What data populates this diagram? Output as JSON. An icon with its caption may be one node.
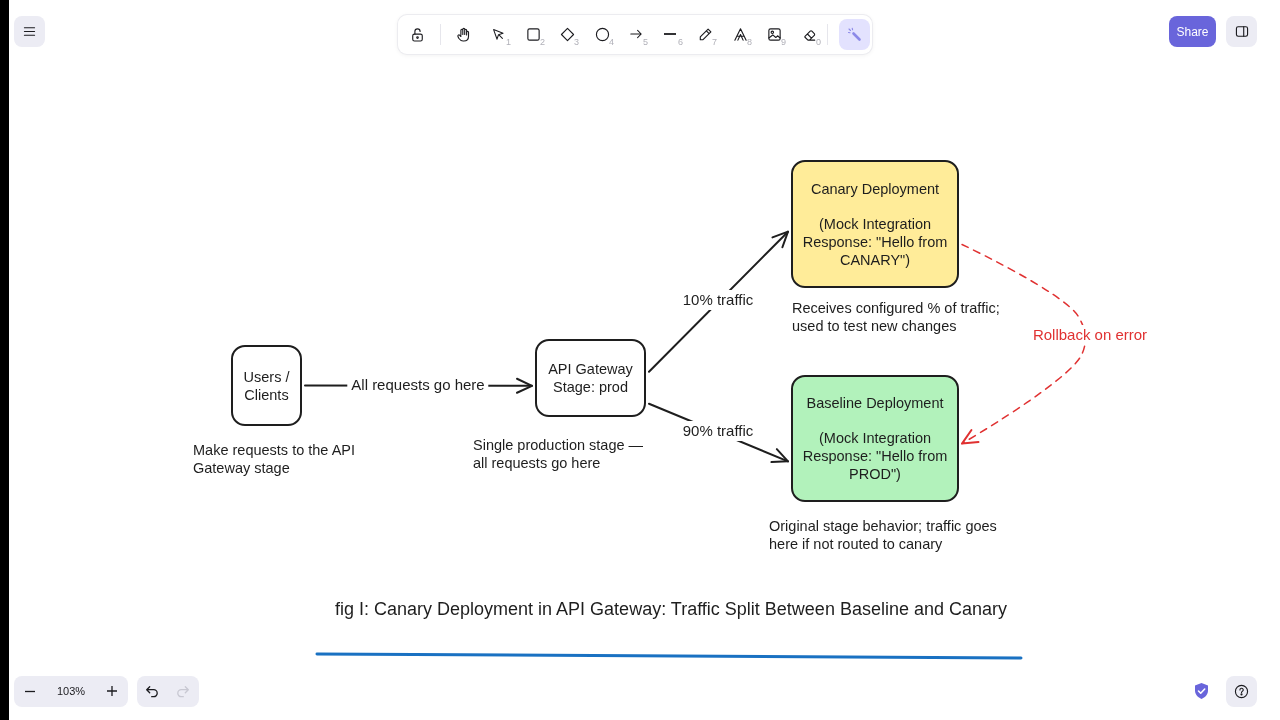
{
  "diagram": {
    "caption": "fig I: Canary Deployment in API Gateway: Traffic Split Between Baseline and Canary",
    "nodes": [
      {
        "text": [
          "Users / Clients"
        ],
        "beside": [
          "Make requests to the API Gateway stage"
        ]
      },
      {
        "text": [
          "API Gateway Stage: prod"
        ],
        "beside": [
          "Single production stage — all requests go here"
        ]
      },
      {
        "text": [
          "Canary Deployment",
          "(Mock Integration Response: \"Hello from CANARY\")"
        ],
        "beside": [
          "Receives configured % of traffic; used to test new changes"
        ]
      },
      {
        "text": [
          "Baseline Deployment",
          "(Mock Integration Response: \"Hello from PROD\")"
        ],
        "beside": [
          "Original stage behavior; traffic goes here if not routed to canary"
        ]
      }
    ],
    "edges": [
      {
        "from": 0,
        "to": 1,
        "arrow": "to",
        "label": "All requests go here"
      },
      {
        "from": 1,
        "to": 2,
        "arrow": "to",
        "label": "10% traffic"
      },
      {
        "from": 1,
        "to": 3,
        "arrow": "to",
        "label": "90% traffic"
      },
      {
        "from": 2,
        "to": 3,
        "arrow": "to",
        "label": "Rollback on error",
        "style": "dashed",
        "color": "#e03131"
      }
    ],
    "labels": [
      "1",
      "2",
      "3",
      "4",
      "5",
      "6",
      "7",
      "8",
      "9",
      "0",
      "Share",
      "103%"
    ]
  }
}
